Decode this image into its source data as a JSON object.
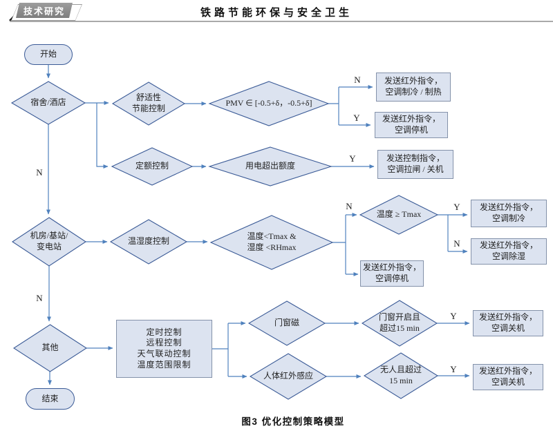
{
  "header": {
    "badge": "技术研究",
    "title": "铁路节能环保与安全卫生"
  },
  "caption": "图3  优化控制策略模型",
  "flowchart": {
    "colors": {
      "shape_fill": "#dce3f0",
      "diamond_border": "#3a5a96",
      "rect_border": "#8391a9",
      "line": "#4f81bd"
    },
    "nodes": {
      "start": "开始",
      "dorm": "宿舍/酒店",
      "comfort": "舒适性\n节能控制",
      "pmv": "PMV ∈ [-0.5+δ，-0.5+δ]",
      "ir_cool_heat": "发送红外指令，\n空调制冷 / 制热",
      "ir_stop_1": "发送红外指令，\n空调停机",
      "quota": "定额控制",
      "over_quota": "用电超出额度",
      "ctrl_cutoff": "发送控制指令，\n空调拉闸 / 关机",
      "station": "机房/基站/\n变电站",
      "th_ctrl": "温湿度控制",
      "th_cond": "温度<Tmax &\n湿度 <RHmax",
      "tmax": "温度 ≥ Tmax",
      "ir_cool": "发送红外指令，\n空调制冷",
      "ir_dehum": "发送红外指令，\n空调除湿",
      "ir_stop_2": "发送红外指令，\n空调停机",
      "other": "其他",
      "end": "结束",
      "multi": "定时控制\n远程控制\n天气联动控制\n温度范围限制",
      "door": "门窗磁",
      "door_open": "门窗开启且\n超过15 min",
      "ir_off_1": "发送红外指令，\n空调关机",
      "human": "人体红外感应",
      "nobody": "无人且超过\n15 min",
      "ir_off_2": "发送红外指令，\n空调关机"
    },
    "labels": {
      "pmv_n": "N",
      "pmv_y": "Y",
      "over_y": "Y",
      "dorm_n": "N",
      "th_n": "N",
      "tmax_y": "Y",
      "tmax_n": "N",
      "station_n": "N",
      "door_y": "Y",
      "nobody_y": "Y"
    }
  }
}
